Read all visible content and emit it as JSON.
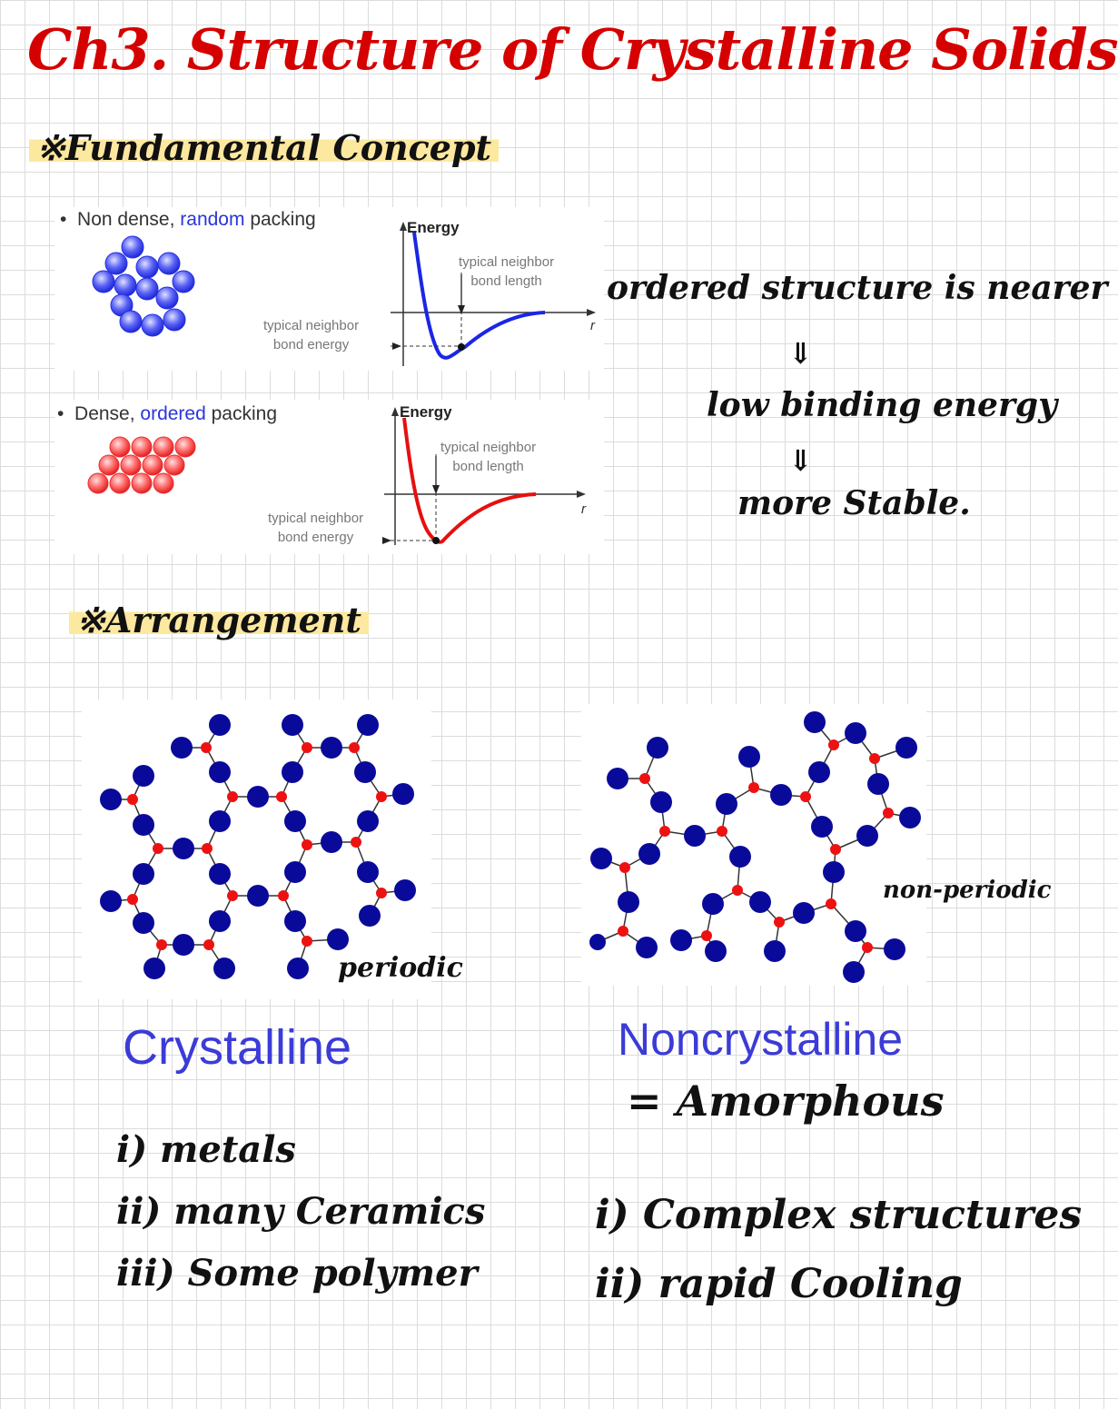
{
  "title": "Ch3. Structure of Crystalline Solids",
  "section1": {
    "heading": "※Fundamental Concept"
  },
  "panel_random": {
    "prefix": "Non dense, ",
    "highlight": "random",
    "suffix": " packing",
    "axis_label": "Energy",
    "r_label": "r",
    "length_label_1": "typical neighbor",
    "length_label_2": "bond length",
    "energy_label_1": "typical neighbor",
    "energy_label_2": "bond energy",
    "ball_color": "#3d46f0",
    "curve_color": "#1a26e6"
  },
  "panel_ordered": {
    "prefix": "Dense, ",
    "highlight": "ordered",
    "suffix": " packing",
    "axis_label": "Energy",
    "r_label": "r",
    "length_label_1": "typical neighbor",
    "length_label_2": "bond length",
    "energy_label_1": "typical neighbor",
    "energy_label_2": "bond energy",
    "ball_color": "#ff5050",
    "curve_color": "#e61010"
  },
  "notes": {
    "line1": "ordered structure is nearer",
    "arrow1": "⇓",
    "line2": "low binding energy",
    "arrow2": "⇓",
    "line3": "more Stable."
  },
  "section2": {
    "heading": "※Arrangement"
  },
  "crystalline": {
    "label": "Crystalline",
    "side_note": "periodic",
    "items": [
      "i) metals",
      "ii) many Ceramics",
      "iii) Some polymer"
    ]
  },
  "noncrystalline": {
    "label": "Noncrystalline",
    "equals": "= Amorphous",
    "side_note": "non-periodic",
    "items": [
      "i) Complex structures",
      "ii) rapid Cooling"
    ]
  },
  "colors": {
    "title": "#d50000",
    "highlight": "#fde8a0",
    "atom_blue": "#0a0a9a",
    "atom_red": "#ee1111",
    "label_blue": "#3b3bd8"
  }
}
